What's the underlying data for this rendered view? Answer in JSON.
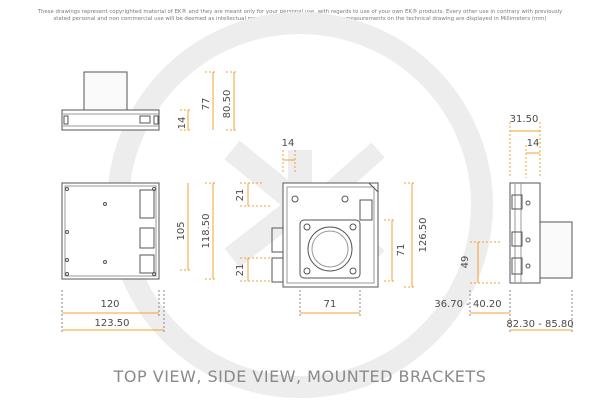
{
  "disclaimer": {
    "line1": "These drawings represent copyrighted material of EK® and they are meant only for your personal use, with regards to use of your own EK® products. Every other use in contrary with previously",
    "line2": "stated personal and non commercial use will be deemed as intellectual property rights infringement.All the measurements on the technical drawing are displayed in Millimeters (mm)"
  },
  "dimensions": {
    "d_14_top": "14",
    "d_77": "77",
    "d_80_50": "80.50",
    "d_105": "105",
    "d_118_50": "118.50",
    "d_120": "120",
    "d_123_50": "123.50",
    "d_14_front": "14",
    "d_21_upper": "21",
    "d_21_lower": "21",
    "d_71_vert": "71",
    "d_126_50": "126.50",
    "d_71_horiz": "71",
    "d_49": "49",
    "d_36_70_40_20": "36.70 - 40.20",
    "d_31_50": "31.50",
    "d_14_side": "14",
    "d_82_30_85_80": "82.30 - 85.80"
  },
  "caption": "TOP VIEW, SIDE VIEW, MOUNTED BRACKETS",
  "colors": {
    "dimension_line": "#f0a030",
    "drawing_line": "#555555",
    "watermark": "#ececec"
  }
}
